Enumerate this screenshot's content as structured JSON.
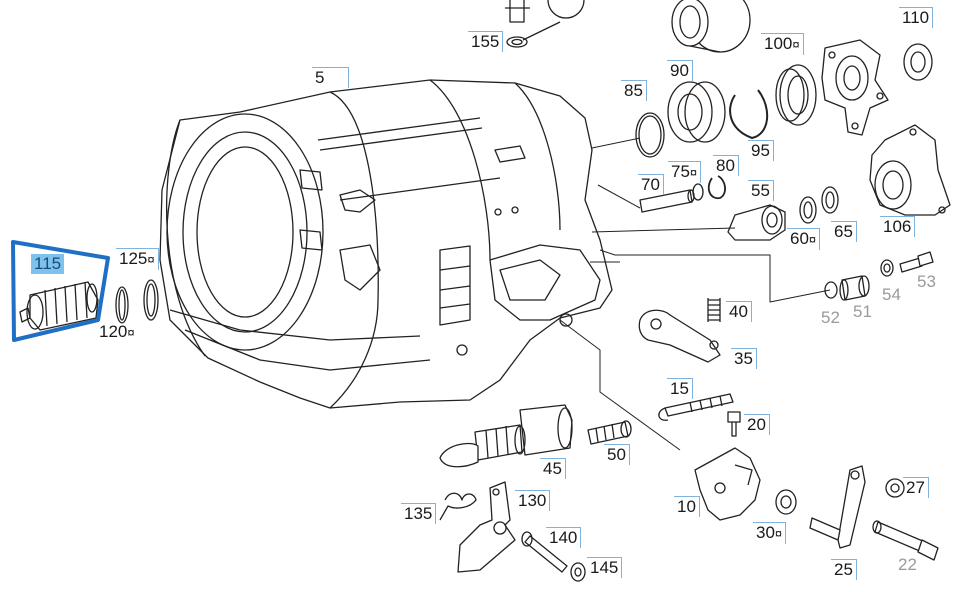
{
  "diagram": {
    "selected_part": "115",
    "highlight_color": "#1f6fc4",
    "label_box_color": "#7fb2dc",
    "parts": [
      {
        "id": "p155",
        "text": "155",
        "mark": ""
      },
      {
        "id": "p5",
        "text": "5",
        "mark": ""
      },
      {
        "id": "p90",
        "text": "90",
        "mark": ""
      },
      {
        "id": "p85",
        "text": "85",
        "mark": ""
      },
      {
        "id": "p100",
        "text": "100",
        "mark": "¤"
      },
      {
        "id": "p110",
        "text": "110",
        "mark": ""
      },
      {
        "id": "p95",
        "text": "95",
        "mark": ""
      },
      {
        "id": "p75",
        "text": "75",
        "mark": "¤"
      },
      {
        "id": "p80",
        "text": "80",
        "mark": ""
      },
      {
        "id": "p70",
        "text": "70",
        "mark": ""
      },
      {
        "id": "p55",
        "text": "55",
        "mark": ""
      },
      {
        "id": "p60",
        "text": "60",
        "mark": "¤"
      },
      {
        "id": "p65",
        "text": "65",
        "mark": ""
      },
      {
        "id": "p106",
        "text": "106",
        "mark": ""
      },
      {
        "id": "p115",
        "text": "115",
        "mark": ""
      },
      {
        "id": "p125",
        "text": "125",
        "mark": "¤"
      },
      {
        "id": "p120",
        "text": "120",
        "mark": "¤"
      },
      {
        "id": "p53",
        "text": "53",
        "mark": ""
      },
      {
        "id": "p54",
        "text": "54",
        "mark": ""
      },
      {
        "id": "p51",
        "text": "51",
        "mark": ""
      },
      {
        "id": "p52",
        "text": "52",
        "mark": ""
      },
      {
        "id": "p40",
        "text": "40",
        "mark": ""
      },
      {
        "id": "p35",
        "text": "35",
        "mark": ""
      },
      {
        "id": "p15",
        "text": "15",
        "mark": ""
      },
      {
        "id": "p20",
        "text": "20",
        "mark": ""
      },
      {
        "id": "p45",
        "text": "45",
        "mark": ""
      },
      {
        "id": "p50",
        "text": "50",
        "mark": ""
      },
      {
        "id": "p130",
        "text": "130",
        "mark": ""
      },
      {
        "id": "p135",
        "text": "135",
        "mark": ""
      },
      {
        "id": "p140",
        "text": "140",
        "mark": ""
      },
      {
        "id": "p145",
        "text": "145",
        "mark": ""
      },
      {
        "id": "p10",
        "text": "10",
        "mark": ""
      },
      {
        "id": "p30",
        "text": "30",
        "mark": "¤"
      },
      {
        "id": "p27",
        "text": "27",
        "mark": ""
      },
      {
        "id": "p25",
        "text": "25",
        "mark": ""
      },
      {
        "id": "p22",
        "text": "22",
        "mark": ""
      }
    ]
  }
}
